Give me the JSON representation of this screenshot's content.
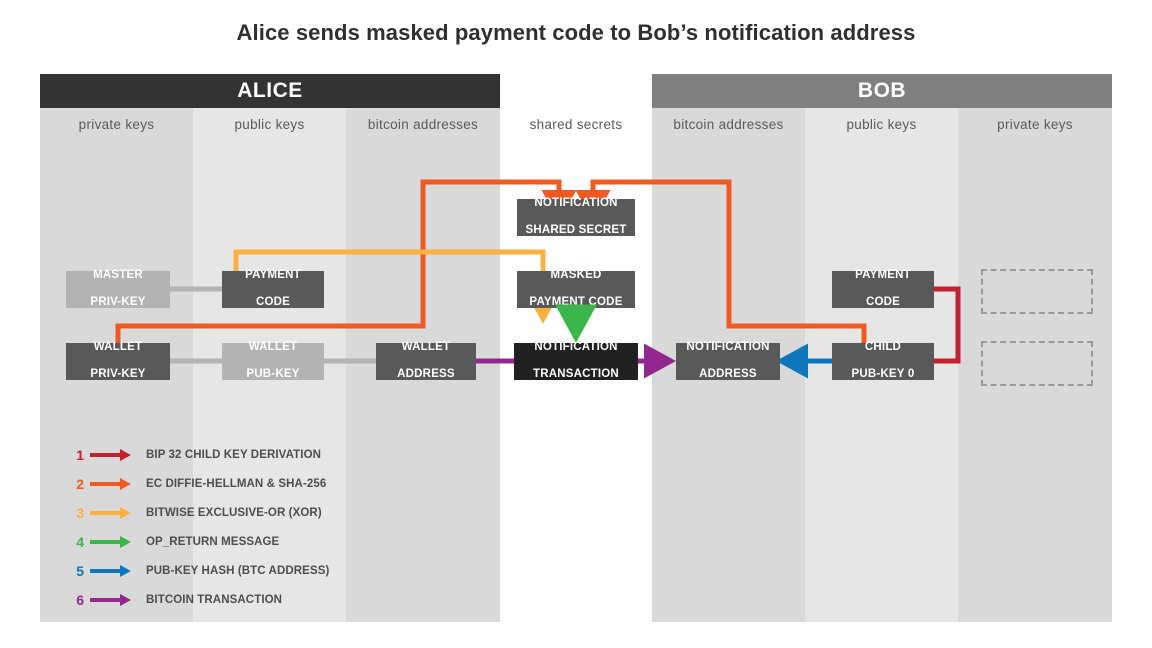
{
  "title": "Alice sends masked payment code to Bob’s notification address",
  "parties": [
    {
      "name": "ALICE",
      "key": "alice"
    },
    {
      "name": "BOB",
      "key": "bob"
    }
  ],
  "columns": [
    {
      "label": "private keys",
      "side": "alice",
      "shade": "d"
    },
    {
      "label": "public keys",
      "side": "alice",
      "shade": "l"
    },
    {
      "label": "bitcoin addresses",
      "side": "alice",
      "shade": "d"
    },
    {
      "label": "shared secrets",
      "side": "none",
      "shade": "w"
    },
    {
      "label": "bitcoin addresses",
      "side": "bob",
      "shade": "d"
    },
    {
      "label": "public keys",
      "side": "bob",
      "shade": "l"
    },
    {
      "label": "private keys",
      "side": "bob",
      "shade": "d"
    }
  ],
  "nodes": [
    {
      "id": "alice-master-priv",
      "line1": "MASTER",
      "line2": "PRIV-KEY",
      "style": "pale"
    },
    {
      "id": "alice-payment-code",
      "line1": "PAYMENT",
      "line2": "CODE",
      "style": "dark"
    },
    {
      "id": "alice-wallet-priv",
      "line1": "WALLET",
      "line2": "PRIV-KEY",
      "style": "dark"
    },
    {
      "id": "alice-wallet-pub",
      "line1": "WALLET",
      "line2": "PUB-KEY",
      "style": "pale"
    },
    {
      "id": "alice-wallet-addr",
      "line1": "WALLET",
      "line2": "ADDRESS",
      "style": "dark"
    },
    {
      "id": "shared-secret",
      "line1": "NOTIFICATION",
      "line2": "SHARED SECRET",
      "style": "dark"
    },
    {
      "id": "masked-code",
      "line1": "MASKED",
      "line2": "PAYMENT CODE",
      "style": "dark"
    },
    {
      "id": "notif-transaction",
      "line1": "NOTIFICATION",
      "line2": "TRANSACTION",
      "style": "black"
    },
    {
      "id": "bob-notif-addr",
      "line1": "NOTIFICATION",
      "line2": "ADDRESS",
      "style": "dark"
    },
    {
      "id": "bob-payment-code",
      "line1": "PAYMENT",
      "line2": "CODE",
      "style": "dark"
    },
    {
      "id": "bob-child-pub",
      "line1": "CHILD",
      "line2": "PUB-KEY  0",
      "style": "dark"
    },
    {
      "id": "bob-ghost-top",
      "line1": "",
      "line2": "",
      "style": "ghost"
    },
    {
      "id": "bob-ghost-bottom",
      "line1": "",
      "line2": "",
      "style": "ghost"
    }
  ],
  "legend": [
    {
      "num": "1",
      "label": "BIP 32 CHILD KEY DERIVATION",
      "color": "#c4202e"
    },
    {
      "num": "2",
      "label": "EC DIFFIE-HELLMAN & SHA-256",
      "color": "#f05a22"
    },
    {
      "num": "3",
      "label": "BITWISE EXCLUSIVE-OR (XOR)",
      "color": "#fbb040"
    },
    {
      "num": "4",
      "label": "OP_RETURN MESSAGE",
      "color": "#3cb54a"
    },
    {
      "num": "5",
      "label": "PUB-KEY HASH (BTC ADDRESS)",
      "color": "#0f75bc"
    },
    {
      "num": "6",
      "label": "BITCOIN TRANSACTION",
      "color": "#92278f"
    }
  ],
  "colors": {
    "bip32_red": "#c4202e",
    "ecdh_orange": "#f05a22",
    "xor_amber": "#fbb040",
    "opreturn_green": "#3cb54a",
    "pubkeyhash_blue": "#0f75bc",
    "transaction_purple": "#92278f",
    "neutral_link": "#b3b3b3",
    "alice_header": "#333333",
    "bob_header": "#808080",
    "node_dark": "#595959",
    "node_black": "#212121",
    "node_pale": "#b3b3b3"
  }
}
